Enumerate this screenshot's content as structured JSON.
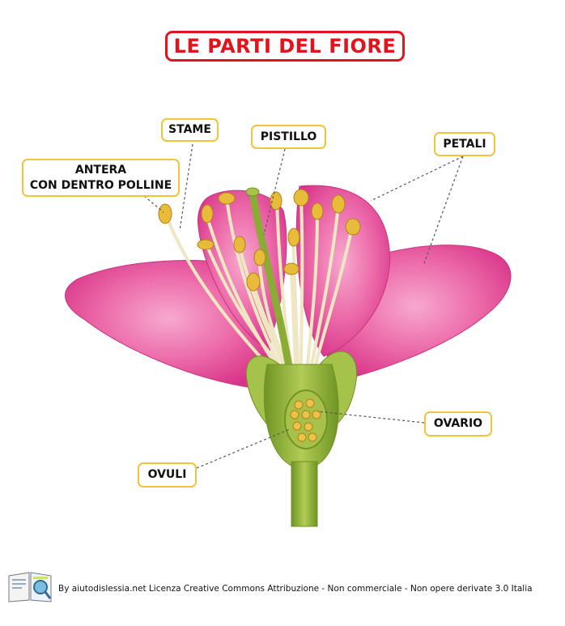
{
  "title": "LE PARTI DEL FIORE",
  "labels": {
    "stame": "STAME",
    "pistillo": "PISTILLO",
    "petali": "PETALI",
    "antera_line1": "ANTERA",
    "antera_line2": "CON DENTRO POLLINE",
    "ovario": "OVARIO",
    "ovuli": "OVULI"
  },
  "footer": "By aiutodislessia.net Licenza Creative Commons Attribuzione - Non commerciale - Non opere derivate 3.0 Italia",
  "colors": {
    "title_red": "#e2141b",
    "label_border": "#f3c43a",
    "petal_pink": "#e8559a",
    "stem_green": "#8fb13a",
    "anther_yellow": "#e9bb3a"
  },
  "icons": [
    "logo-book-icon"
  ]
}
